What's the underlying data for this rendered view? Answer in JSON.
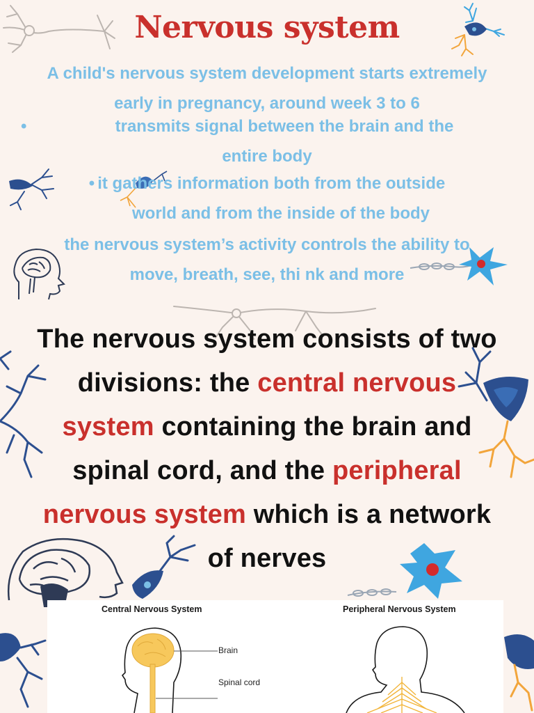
{
  "title": "Nervous system",
  "intro": {
    "line1": "A child's nervous system development starts extremely",
    "line2": "early in pregnancy, around week 3 to 6"
  },
  "bullets": [
    {
      "marker": "•",
      "line1": "transmits signal between the brain and the",
      "line2": "entire body"
    },
    {
      "marker": "•",
      "line1": "it gathers information both from the outside",
      "line2": "world and from the inside of the body"
    }
  ],
  "activity": {
    "line1": "the nervous system’s activity controls the ability to",
    "line2": "move, breath, see, thi nk and more"
  },
  "main": {
    "l1": "The nervous system consists of two",
    "l2a": "divisions:  the ",
    "l2b": "central nervous",
    "l3a": "system",
    "l3b": " containing the brain and",
    "l4a": "spinal cord,  and the ",
    "l4b": "peripheral",
    "l5a": "nervous system",
    "l5b": " which is a network",
    "l6": "of nerves"
  },
  "diagram": {
    "left_title": "Central Nervous System",
    "right_title": "Peripheral Nervous System",
    "labels": {
      "brain": "Brain",
      "spinal_cord": "Spinal cord"
    }
  },
  "colors": {
    "background": "#fbf3ee",
    "title": "#c9302c",
    "light_blue_text": "#7bbfe6",
    "body_text": "#111111",
    "highlight": "#c9302c",
    "neuron_dark_blue": "#2c4f8f",
    "neuron_light_blue": "#3fa6e0",
    "neuron_orange": "#f2a53b",
    "neuron_nucleus": "#d32b2b",
    "anatomy_yellow": "#f7c85c"
  },
  "icons": [
    "neuron-icon",
    "brain-profile-icon",
    "neuron-cell-icon",
    "axon-myelin-icon"
  ]
}
